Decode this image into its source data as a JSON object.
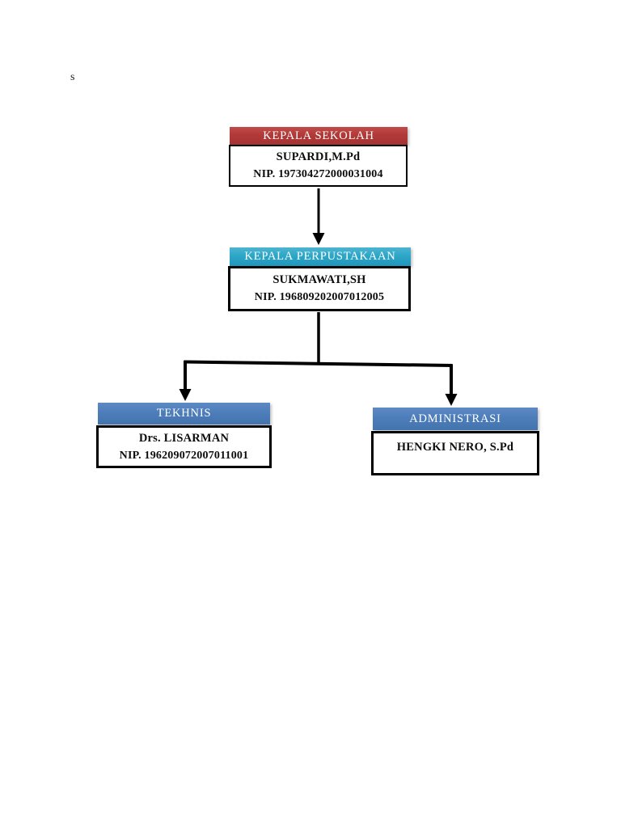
{
  "page": {
    "background": "#ffffff",
    "stray_text": "s"
  },
  "org_chart": {
    "type": "org-chart",
    "nodes": [
      {
        "id": "kepala-sekolah",
        "title": "KEPALA SEKOLAH",
        "name": "SUPARDI,M.Pd",
        "nip": "NIP. 197304272000031004",
        "header_color": "#b13a39"
      },
      {
        "id": "kepala-perpustakaan",
        "title": "KEPALA PERPUSTAKAAN",
        "name": "SUKMAWATI,SH",
        "nip": "NIP. 196809202007012005",
        "header_color": "#2da6c7"
      },
      {
        "id": "tekhnis",
        "title": "TEKHNIS",
        "name": "Drs. LISARMAN",
        "nip": "NIP. 196209072007011001",
        "header_color": "#4c7db9"
      },
      {
        "id": "administrasi",
        "title": "ADMINISTRASI",
        "name": "HENGKI NERO, S.Pd",
        "nip": "",
        "header_color": "#4c7db9"
      }
    ],
    "edges": [
      {
        "from": "kepala-sekolah",
        "to": "kepala-perpustakaan"
      },
      {
        "from": "kepala-perpustakaan",
        "to": "tekhnis"
      },
      {
        "from": "kepala-perpustakaan",
        "to": "administrasi"
      }
    ],
    "colors": {
      "border": "#000000",
      "connector": "#000000",
      "body_background": "#ffffff",
      "header_text": "#ffffff"
    }
  }
}
